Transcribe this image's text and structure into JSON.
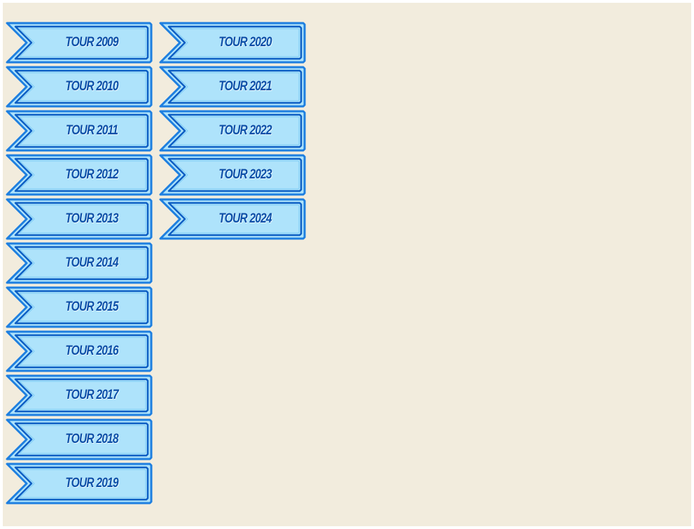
{
  "colors": {
    "page_background": "#f2ecdd",
    "ribbon_fill": "#aee3fb",
    "ribbon_border": "#1e7fe0",
    "ribbon_border_dark": "#0d5fc4",
    "label_text": "#0a4fa8"
  },
  "columns": [
    {
      "buttons": [
        {
          "label": "TOUR 2009"
        },
        {
          "label": "TOUR 2010"
        },
        {
          "label": "TOUR 2011"
        },
        {
          "label": "TOUR 2012"
        },
        {
          "label": "TOUR 2013"
        },
        {
          "label": "TOUR 2014"
        },
        {
          "label": "TOUR 2015"
        },
        {
          "label": "TOUR 2016"
        },
        {
          "label": "TOUR 2017"
        },
        {
          "label": "TOUR 2018"
        },
        {
          "label": "TOUR 2019"
        }
      ]
    },
    {
      "buttons": [
        {
          "label": "TOUR 2020"
        },
        {
          "label": "TOUR 2021"
        },
        {
          "label": "TOUR 2022"
        },
        {
          "label": "TOUR 2023"
        },
        {
          "label": "TOUR 2024"
        }
      ]
    }
  ]
}
